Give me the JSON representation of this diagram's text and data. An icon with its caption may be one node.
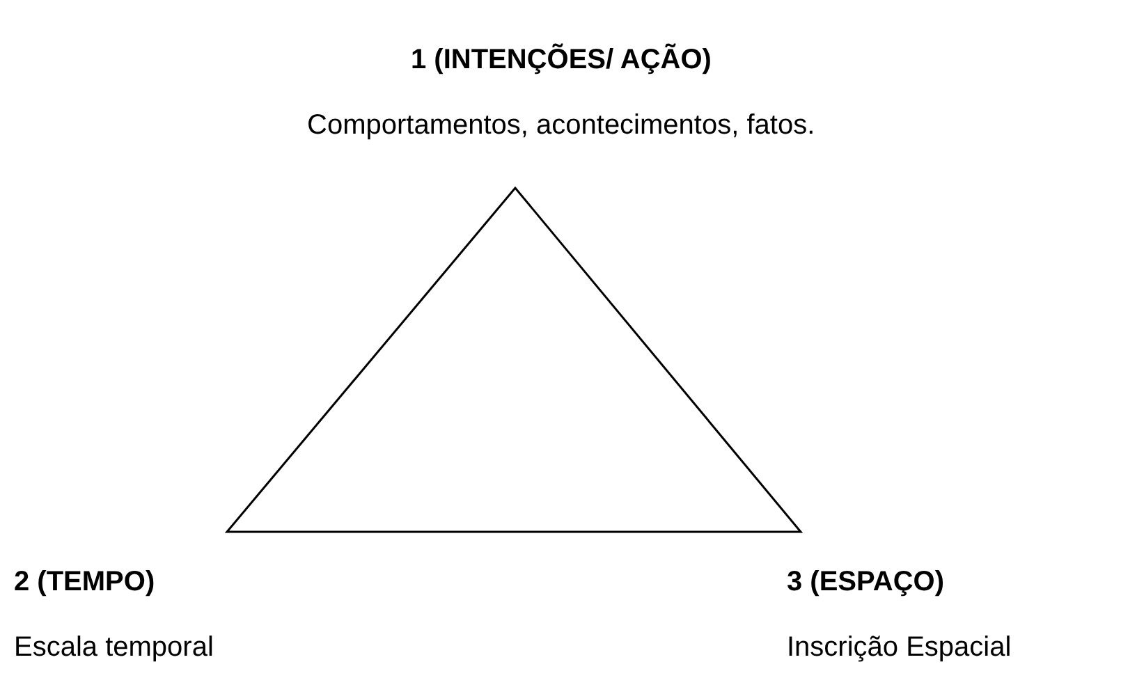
{
  "diagram": {
    "labels": [
      "1 (INTENÇÕES/ AÇÃO)",
      "Comportamentos, acontecimentos, fatos.",
      "2 (TEMPO)",
      "3 (ESPAÇO)",
      "Escala temporal",
      "Inscrição Espacial"
    ]
  }
}
